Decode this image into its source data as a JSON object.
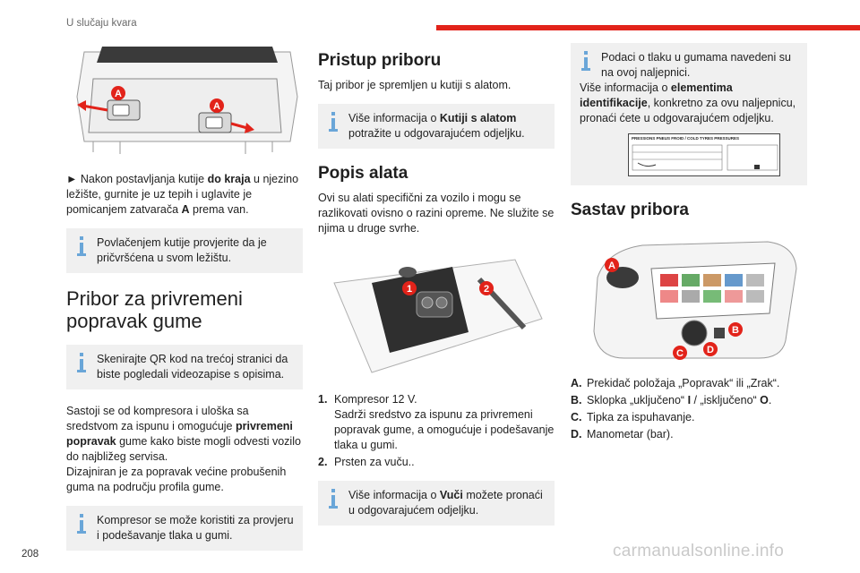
{
  "header": {
    "running_title": "U slučaju kvara",
    "accent_color": "#e2231a"
  },
  "page_number": "208",
  "watermark": "carmanualsonline.info",
  "col1": {
    "figure1": {
      "label_left": "A",
      "label_right": "A"
    },
    "step_arrow": "►",
    "step_text_1": " Nakon postavljanja kutije ",
    "step_bold": "do kraja",
    "step_text_2": " u njezino ležište, gurnite je uz tepih i uglavite je pomicanjem zatvarača ",
    "step_bold_a": "A",
    "step_text_3": " prema van.",
    "info1": "Povlačenjem kutije provjerite da je pričvršćena u svom ležištu.",
    "heading": "Pribor za privremeni popravak gume",
    "info2": "Skenirajte QR kod na trećoj stranici da biste pogledali videozapise s opisima.",
    "para_1": "Sastoji se od kompresora i uloška sa sredstvom za ispunu i omogućuje ",
    "para_bold": "privremeni popravak",
    "para_2": " gume kako biste mogli odvesti vozilo do najbližeg servisa.",
    "para_3": "Dizajniran je za popravak većine probušenih guma na području profila gume.",
    "info3": "Kompresor se može koristiti za provjeru i podešavanje tlaka u gumi."
  },
  "col2": {
    "heading1": "Pristup priboru",
    "intro": "Taj pribor je spremljen u kutiji s alatom.",
    "info1_text": "Više informacija o ",
    "info1_bold": "Kutiji s alatom",
    "info1_tail": " potražite u odgovarajućem odjeljku.",
    "heading2": "Popis alata",
    "para": "Ovi su alati specifični za vozilo i mogu se razlikovati ovisno o razini opreme. Ne služite se njima u druge svrhe.",
    "figure_labels": [
      "1",
      "2"
    ],
    "list": [
      {
        "num": "1.",
        "text": "Kompresor 12 V.",
        "sub": "Sadrži sredstvo za ispunu za privremeni popravak gume, a omogućuje i podešavanje tlaka u gumi."
      },
      {
        "num": "2.",
        "text": "Prsten za vuču..",
        "sub": ""
      }
    ],
    "info2_text": "Više informacija o ",
    "info2_bold": "Vuči",
    "info2_tail": " možete pronaći u odgovarajućem odjeljku."
  },
  "col3": {
    "info_line1": "Podaci o tlaku u gumama navedeni su na ovoj naljepnici.",
    "info_line2_a": "Više informacija o ",
    "info_line2_bold": "elementima identifikacije",
    "info_line2_b": ", konkretno za ovu naljepnicu, pronaći ćete u odgovarajućem odjeljku.",
    "label_title": "PRESSIONS PNEUS FROID / COLD TYRES PRESSURES",
    "heading": "Sastav pribora",
    "figure_labels": [
      "A",
      "B",
      "C",
      "D"
    ],
    "list": [
      {
        "num": "A.",
        "text": "Prekidač položaja „Popravak“ ili „Zrak“."
      },
      {
        "num": "B.",
        "text_a": "Sklopka „uključeno“ ",
        "bold_a": "I",
        "text_b": " / „isključeno“ ",
        "bold_b": "O",
        "text_c": "."
      },
      {
        "num": "C.",
        "text": "Tipka za ispuhavanje."
      },
      {
        "num": "D.",
        "text": "Manometar (bar)."
      }
    ]
  }
}
